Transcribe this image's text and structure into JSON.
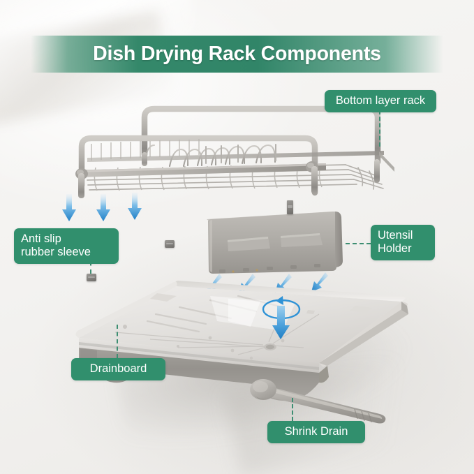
{
  "header": {
    "title": "Dish Drying Rack Components"
  },
  "colors": {
    "accent_green": "#318f6d",
    "title_band_green": "#34886a",
    "arrow_blue": "#2e92d6",
    "arrow_blue_dark": "#1f7ec4",
    "product_gray": "#a9a7a2",
    "background": "#f2f1ef",
    "label_text": "#ffffff",
    "connector_green": "#3d8e72"
  },
  "labels": [
    {
      "id": "bottom-layer-rack",
      "text": "Bottom layer rack",
      "align": "center",
      "connector": "dashed-vertical"
    },
    {
      "id": "anti-slip-rubber-sleeve",
      "text": "Anti slip\nrubber sleeve",
      "align": "left",
      "connector": "dashed-vertical"
    },
    {
      "id": "utensil-holder",
      "text": "Utensil\nHolder",
      "align": "left",
      "connector": "dashed-horizontal"
    },
    {
      "id": "drainboard",
      "text": "Drainboard",
      "align": "center",
      "connector": "dashed-vertical"
    },
    {
      "id": "shrink-drain",
      "text": "Shrink Drain",
      "align": "center",
      "connector": "dashed-vertical"
    }
  ],
  "parts": [
    {
      "id": "bottom-layer-rack",
      "name": "Bottom layer rack",
      "material": "coated steel wire basket with tube rails"
    },
    {
      "id": "utensil-holder",
      "name": "Utensil Holder",
      "material": "gray plastic caddy with two ribs"
    },
    {
      "id": "drainboard",
      "name": "Drainboard",
      "material": "gray plastic sloped tray"
    },
    {
      "id": "shrink-drain",
      "name": "Shrink Drain",
      "material": "gray rotating drain spout"
    },
    {
      "id": "anti-slip-rubber-sleeve",
      "name": "Anti slip rubber sleeve",
      "material": "dark gray rubber foot sleeve"
    }
  ],
  "annotations": {
    "assembly_arrows_down": 3,
    "assembly_arrows_holder": 4,
    "rotation_arrow": "twist-to-install"
  }
}
